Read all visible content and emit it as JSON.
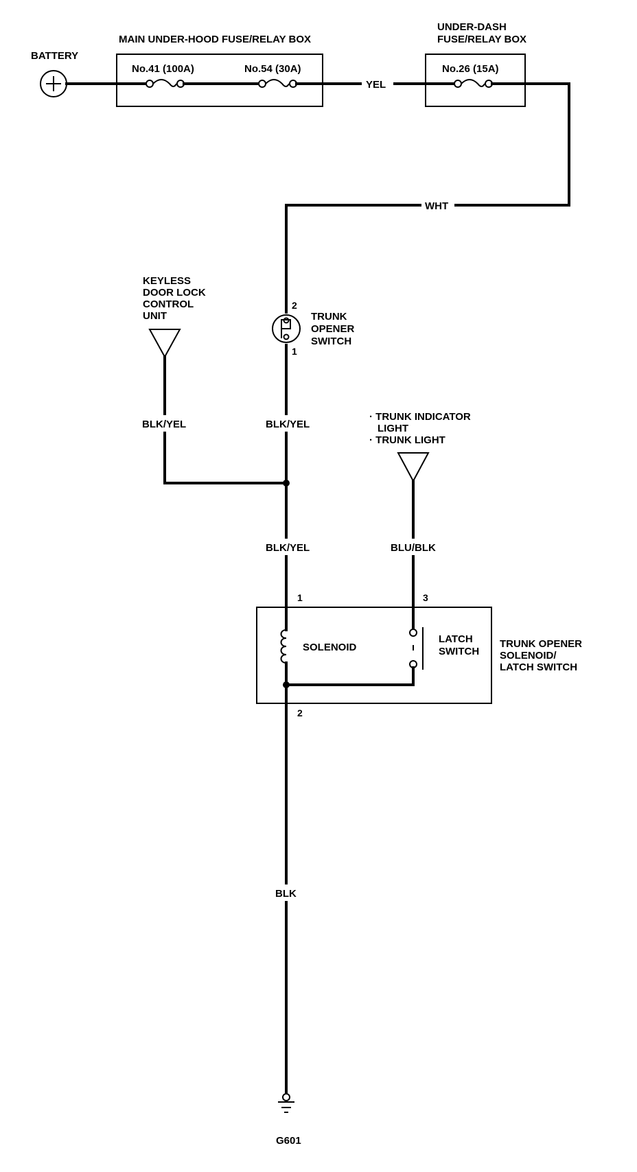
{
  "battery": {
    "label": "BATTERY",
    "symbol": "+"
  },
  "main_fuse_box": {
    "title": "MAIN UNDER-HOOD FUSE/RELAY BOX",
    "fuse_a": "No.41 (100A)",
    "fuse_b": "No.54 (30A)"
  },
  "dash_fuse_box": {
    "title_line1": "UNDER-DASH",
    "title_line2": "FUSE/RELAY BOX",
    "fuse": "No.26 (15A)"
  },
  "wires": {
    "yel": "YEL",
    "wht": "WHT",
    "blk_yel_left": "BLK/YEL",
    "blk_yel_mid": "BLK/YEL",
    "blk_yel_lower": "BLK/YEL",
    "blu_blk": "BLU/BLK",
    "blk": "BLK"
  },
  "keyless_unit": {
    "line1": "KEYLESS",
    "line2": "DOOR LOCK",
    "line3": "CONTROL",
    "line4": "UNIT"
  },
  "trunk_opener_switch": {
    "line1": "TRUNK",
    "line2": "OPENER",
    "line3": "SWITCH",
    "pin_top": "2",
    "pin_bottom": "1"
  },
  "trunk_light": {
    "line1": "· TRUNK INDICATOR",
    "line2": "LIGHT",
    "line3": "· TRUNK LIGHT"
  },
  "solenoid_assembly": {
    "title_line1": "TRUNK OPENER",
    "title_line2": "SOLENOID/",
    "title_line3": "LATCH SWITCH",
    "solenoid_label": "SOLENOID",
    "latch_line1": "LATCH",
    "latch_line2": "SWITCH",
    "pin1": "1",
    "pin2": "2",
    "pin3": "3"
  },
  "ground": {
    "label": "G601"
  }
}
